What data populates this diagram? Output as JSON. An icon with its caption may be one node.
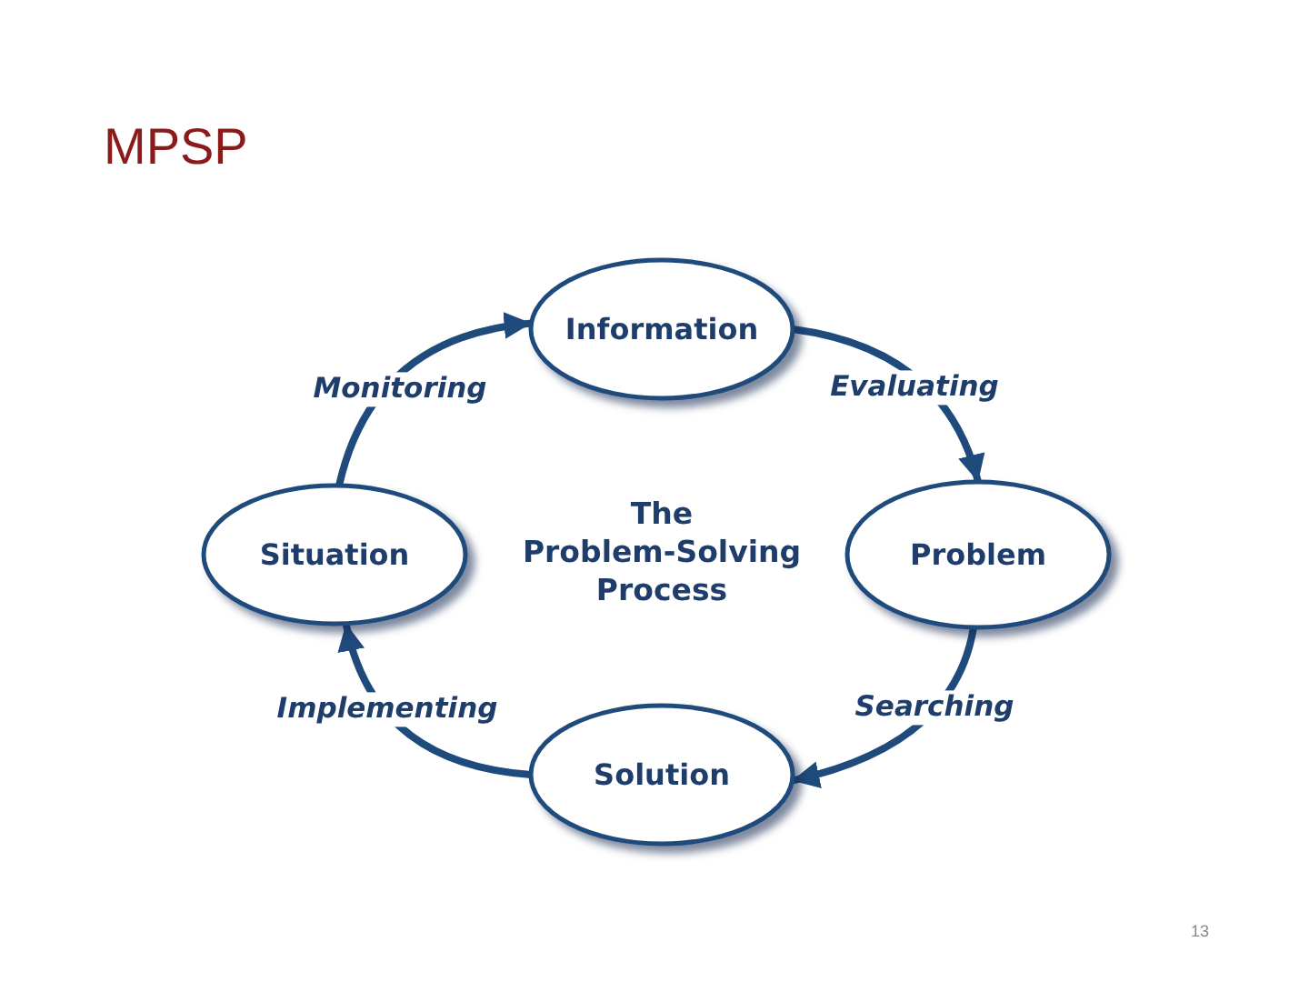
{
  "diagram": {
    "title": "MPSP",
    "nodes": [
      {
        "text": [
          "Information"
        ]
      },
      {
        "text": [
          "Situation"
        ]
      },
      {
        "text": [
          "Problem"
        ]
      },
      {
        "text": [
          "Solution"
        ]
      }
    ],
    "edges": [
      {
        "from": 0,
        "to": 2,
        "arrow": "to",
        "label": "Evaluating"
      },
      {
        "from": 2,
        "to": 3,
        "arrow": "to",
        "label": "Searching"
      },
      {
        "from": 3,
        "to": 1,
        "arrow": "to",
        "label": "Implementing"
      },
      {
        "from": 1,
        "to": 0,
        "arrow": "to",
        "label": "Monitoring"
      }
    ],
    "labels": [
      "The Problem-Solving Process",
      "13"
    ]
  }
}
